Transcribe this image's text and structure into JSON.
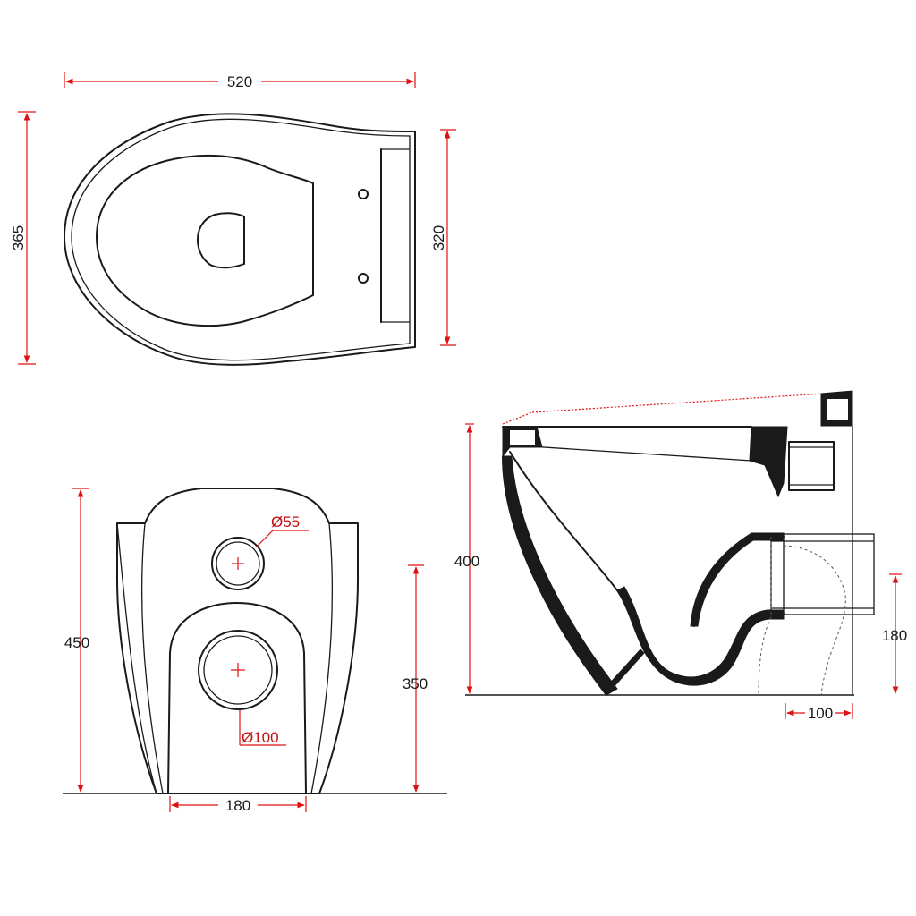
{
  "top_view": {
    "dim_length": "520",
    "dim_width": "365",
    "dim_fixing_span": "320"
  },
  "rear_view": {
    "dim_height": "450",
    "dim_outlet_height": "350",
    "dim_base_width": "180",
    "dim_supply_diameter": "Ø55",
    "dim_outlet_diameter": "Ø100"
  },
  "side_view": {
    "dim_height": "400",
    "dim_outlet_center": "180",
    "dim_outlet_depth": "100"
  },
  "colors": {
    "outline": "#1a1a1a",
    "dimension": "#e01010"
  }
}
